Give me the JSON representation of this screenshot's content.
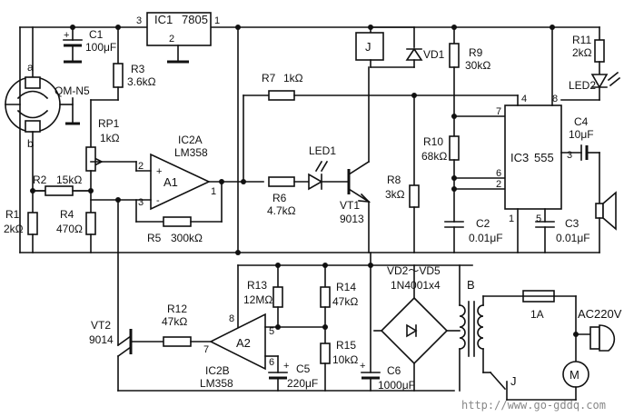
{
  "labels": {
    "ic1": "IC1",
    "ic1_part": "7805",
    "pin1": "1",
    "pin2": "2",
    "pin3": "3",
    "c1": "C1",
    "c1_val": "100μF",
    "r3": "R3",
    "r3_val": "3.6kΩ",
    "sensor": "QM-N5",
    "sensor_a": "a",
    "sensor_b": "b",
    "rp1": "RP1",
    "rp1_val": "1kΩ",
    "ic2a": "IC2A",
    "ic2a_part": "LM358",
    "a1": "A1",
    "r2": "R2",
    "r2_val": "15kΩ",
    "r1": "R1",
    "r1_val": "2kΩ",
    "r4": "R4",
    "r4_val": "470Ω",
    "r5": "R5",
    "r5_val": "300kΩ",
    "r6": "R6",
    "r6_val": "4.7kΩ",
    "r7": "R7",
    "r7_val": "1kΩ",
    "led1": "LED1",
    "vt1": "VT1",
    "vt1_part": "9013",
    "relay": "J",
    "vd1": "VD1",
    "r8": "R8",
    "r8_val": "3kΩ",
    "r9": "R9",
    "r9_val": "30kΩ",
    "r10": "R10",
    "r10_val": "68kΩ",
    "ic3": "IC3",
    "ic3_part": "555",
    "p4": "4",
    "p8": "8",
    "p7": "7",
    "p6": "6",
    "p2": "2",
    "p1": "1",
    "p5": "5",
    "p3": "3",
    "c2": "C2",
    "c2_val": "0.01μF",
    "c3": "C3",
    "c3_val": "0.01μF",
    "c4": "C4",
    "c4_val": "10μF",
    "r11": "R11",
    "r11_val": "2kΩ",
    "led2": "LED2",
    "r12": "R12",
    "r12_val": "47kΩ",
    "vt2": "VT2",
    "vt2_part": "9014",
    "ic2b": "IC2B",
    "ic2b_part": "LM358",
    "a2": "A2",
    "r13": "R13",
    "r13_val": "12MΩ",
    "r14": "R14",
    "r14_val": "47kΩ",
    "r15": "R15",
    "r15_val": "10kΩ",
    "c5": "C5",
    "c5_val": "220μF",
    "c6": "C6",
    "c6_val": "1000μF",
    "vd25": "VD2～VD5",
    "vd25_part": "1N4001x4",
    "transformer": "B",
    "fuse": "1A",
    "ac": "AC220V",
    "switch": "J",
    "motor": "M",
    "pin8": "8",
    "pin5": "5",
    "pin6": "6",
    "pin7": "7",
    "pin2a": "2",
    "pin3a": "3",
    "pin1a": "1",
    "plus": "+",
    "minus": "-"
  },
  "watermark": "http://www.go-gddq.com"
}
